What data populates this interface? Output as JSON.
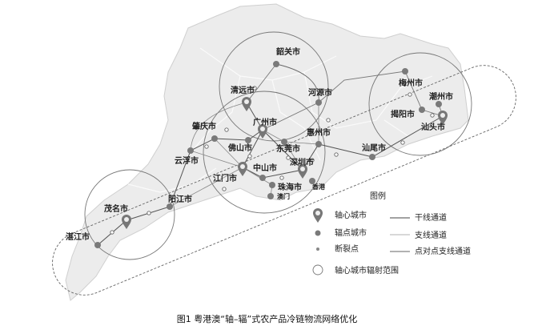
{
  "cities": {
    "axis": [
      {
        "name": "清远市"
      },
      {
        "name": "广州市"
      },
      {
        "name": "江门市"
      },
      {
        "name": "深圳市"
      },
      {
        "name": "汕头市"
      },
      {
        "name": "茂名市"
      }
    ],
    "spoke": [
      {
        "name": "韶关市"
      },
      {
        "name": "肇庆市"
      },
      {
        "name": "佛山市"
      },
      {
        "name": "云浮市"
      },
      {
        "name": "中山市"
      },
      {
        "name": "东莞市"
      },
      {
        "name": "惠州市"
      },
      {
        "name": "珠海市"
      },
      {
        "name": "澳门"
      },
      {
        "name": "香港"
      },
      {
        "name": "河源市"
      },
      {
        "name": "梅州市"
      },
      {
        "name": "潮州市"
      },
      {
        "name": "揭阳市"
      },
      {
        "name": "汕尾市"
      },
      {
        "name": "阳江市"
      },
      {
        "name": "湛江市"
      }
    ]
  },
  "legend": {
    "title": "图例",
    "axis_city": "轴心城市",
    "spoke_city": "辐点城市",
    "break_point": "断裂点",
    "radius": "轴心城市辐射范围",
    "trunk": "干线通道",
    "branch": "支线通道",
    "p2p": "点对点支线通道"
  },
  "caption": "图1  粤港澳“轴–辐”式农产品冷链物流网络优化",
  "colors": {
    "land": "#e9e9e9",
    "node": "#7a7a7a",
    "line": "#555555"
  }
}
